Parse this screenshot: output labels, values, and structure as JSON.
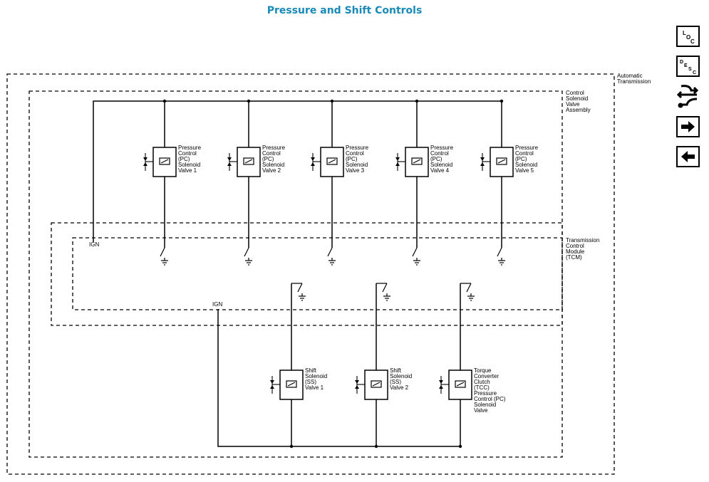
{
  "title": "Pressure and Shift Controls",
  "labels": {
    "automatic_transmission": [
      "Automatic",
      "Transmission"
    ],
    "control_solenoid_assembly": [
      "Control",
      "Solenoid",
      "Valve",
      "Assembly"
    ],
    "tcm": [
      "Transmission",
      "Control",
      "Module",
      "(TCM)"
    ],
    "ign_upper": "IGN",
    "ign_lower": "IGN"
  },
  "pc_solenoids": [
    {
      "lines": [
        "Pressure",
        "Control",
        "(PC)",
        "Solenoid",
        "Valve 1"
      ]
    },
    {
      "lines": [
        "Pressure",
        "Control",
        "(PC)",
        "Solenoid",
        "Valve 2"
      ]
    },
    {
      "lines": [
        "Pressure",
        "Control",
        "(PC)",
        "Solenoid",
        "Valve 3"
      ]
    },
    {
      "lines": [
        "Pressure",
        "Control",
        "(PC)",
        "Solenoid",
        "Valve 4"
      ]
    },
    {
      "lines": [
        "Pressure",
        "Control",
        "(PC)",
        "Solenoid",
        "Valve 5"
      ]
    }
  ],
  "lower_solenoids": [
    {
      "lines": [
        "Shift",
        "Solenoid",
        "(SS)",
        "Valve 1"
      ]
    },
    {
      "lines": [
        "Shift",
        "Solenoid",
        "(SS)",
        "Valve 2"
      ]
    },
    {
      "lines": [
        "Torque",
        "Converter",
        "Clutch",
        "(TCC)",
        "Pressure",
        "Control (PC)",
        "Solenoid",
        "Valve"
      ]
    }
  ],
  "nav": {
    "loc": {
      "letters": [
        "L",
        "O",
        "C"
      ]
    },
    "desc": {
      "letters": [
        "D",
        "E",
        "S",
        "C"
      ]
    },
    "schematic_icon": "schematic-connector-icon",
    "next_icon": "arrow-right-icon",
    "prev_icon": "arrow-left-icon"
  }
}
